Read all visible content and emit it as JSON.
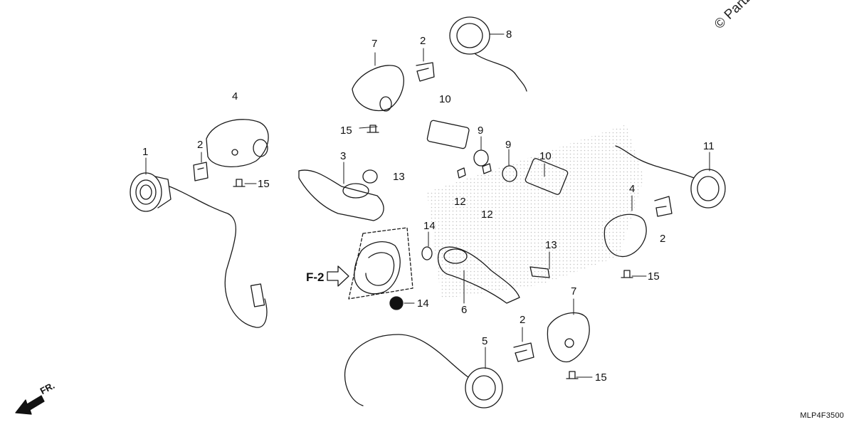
{
  "diagram": {
    "callouts": [
      {
        "id": "c1",
        "text": "1"
      },
      {
        "id": "c2a",
        "text": "2"
      },
      {
        "id": "c2b",
        "text": "2"
      },
      {
        "id": "c2c",
        "text": "2"
      },
      {
        "id": "c2d",
        "text": "2"
      },
      {
        "id": "c3",
        "text": "3"
      },
      {
        "id": "c4a",
        "text": "4"
      },
      {
        "id": "c4b",
        "text": "4"
      },
      {
        "id": "c5",
        "text": "5"
      },
      {
        "id": "c6",
        "text": "6"
      },
      {
        "id": "c7a",
        "text": "7"
      },
      {
        "id": "c7b",
        "text": "7"
      },
      {
        "id": "c8",
        "text": "8"
      },
      {
        "id": "c9a",
        "text": "9"
      },
      {
        "id": "c9b",
        "text": "9"
      },
      {
        "id": "c10a",
        "text": "10"
      },
      {
        "id": "c10b",
        "text": "10"
      },
      {
        "id": "c11",
        "text": "11"
      },
      {
        "id": "c12a",
        "text": "12"
      },
      {
        "id": "c12b",
        "text": "12"
      },
      {
        "id": "c13a",
        "text": "13"
      },
      {
        "id": "c13b",
        "text": "13"
      },
      {
        "id": "c14a",
        "text": "14"
      },
      {
        "id": "c14b",
        "text": "14"
      },
      {
        "id": "c15a",
        "text": "15"
      },
      {
        "id": "c15b",
        "text": "15"
      },
      {
        "id": "c15c",
        "text": "15"
      },
      {
        "id": "c15d",
        "text": "15"
      }
    ],
    "f2_label": "F-2",
    "fr_label": "FR.",
    "reference_code": "MLP4F3500",
    "copyright": "© Partzilla"
  },
  "colors": {
    "line": "#1a1a1a",
    "shade": "#bdbdbd"
  }
}
